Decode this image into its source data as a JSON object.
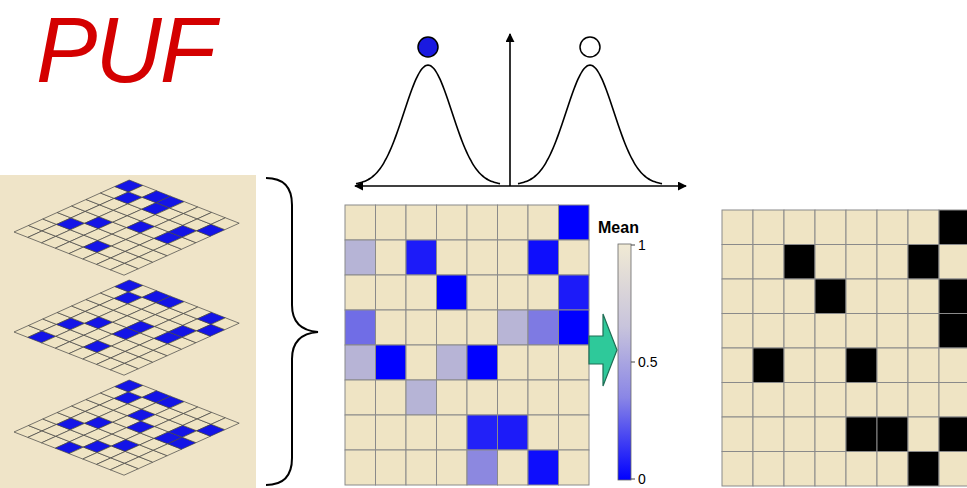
{
  "diagram": {
    "title": "PUF",
    "labels": [
      "Mean",
      "1",
      "0.5",
      "0"
    ]
  }
}
